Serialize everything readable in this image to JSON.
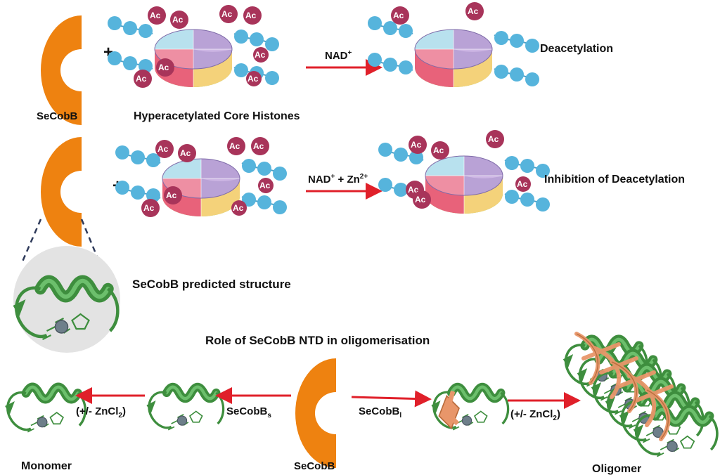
{
  "labels": {
    "secobb_top": "SeCobB",
    "plus": "+",
    "hyperacetylated": "Hyperacetylated Core Histones",
    "nad_top_main": "NAD",
    "nad_top_sup": "+",
    "deacetylation": "Deacetylation",
    "nad_mid_main": "NAD",
    "nad_mid_sup": "+",
    "nad_mid_plus": " + Zn",
    "nad_mid_sup2": "2+",
    "inhibition": "Inhibition of Deacetylation",
    "predicted_structure": "SeCobB predicted structure",
    "role_title": "Role of SeCobB NTD in oligomerisation",
    "zncl_left": "(+/- ZnCl",
    "zncl_right": "(+/- ZnCl",
    "zncl_sub": "2",
    "zncl_close": ")",
    "secobb_s_main": "SeCobB",
    "secobb_s_sub": "s",
    "secobb_l_main": "SeCobB",
    "secobb_l_sub": "l",
    "monomer": "Monomer",
    "secobb_bottom": "SeCobB",
    "oligomer": "Oligomer",
    "ac": "Ac"
  },
  "colors": {
    "enzyme": "#EE8210",
    "arrow": "#E0202A",
    "acetyl": "#A8345A",
    "bead": "#56B4DC",
    "helix": "#3E8E3E",
    "helix_light": "#5FB35F",
    "strand_orange": "#E8966A",
    "metal": "#6E7F8A",
    "circle_bg": "#E3E3E3"
  }
}
